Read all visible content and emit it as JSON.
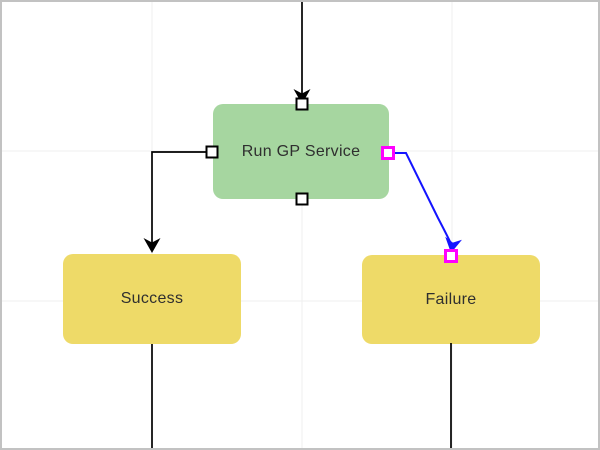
{
  "canvas": {
    "background": "#ffffff",
    "border_color": "#c2c2c2",
    "gridline_color": "#efefef"
  },
  "nodes": {
    "run_gp_service": {
      "label": "Run GP Service",
      "fill": "#a6d6a0"
    },
    "success": {
      "label": "Success",
      "fill": "#eeda68"
    },
    "failure": {
      "label": "Failure",
      "fill": "#eeda68"
    }
  },
  "text_color": "#2f2f2f",
  "connectors": {
    "default_color": "#000000",
    "selected_color": "#1414ff"
  },
  "ports": {
    "fill": "#ffffff",
    "border_color": "#000000",
    "selected_border_color": "#ff00ff"
  },
  "diagram_summary": {
    "edges": [
      {
        "from": "top-of-canvas",
        "to": "run_gp_service",
        "state": "default"
      },
      {
        "from": "run_gp_service",
        "to": "success",
        "state": "default"
      },
      {
        "from": "run_gp_service",
        "to": "failure",
        "state": "selected"
      },
      {
        "from": "success",
        "to": "bottom-of-canvas",
        "state": "default"
      },
      {
        "from": "failure",
        "to": "bottom-of-canvas",
        "state": "default"
      }
    ]
  }
}
